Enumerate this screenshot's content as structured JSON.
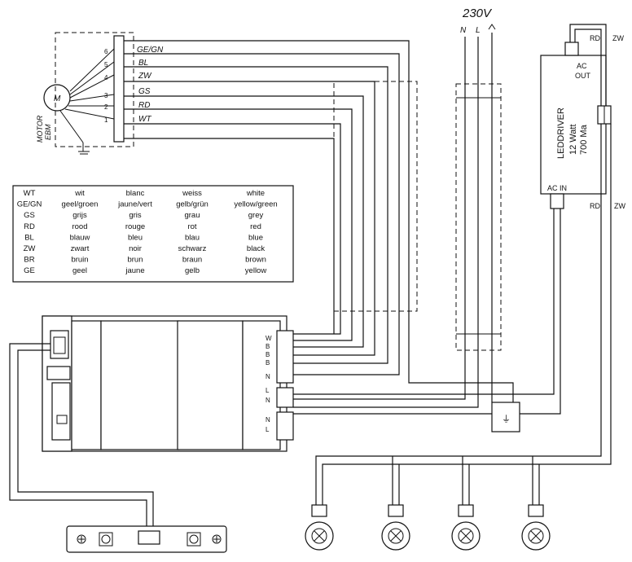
{
  "supply": {
    "voltage": "230V",
    "n": "N",
    "l": "L"
  },
  "motor": {
    "m": "M",
    "label1": "MOTOR",
    "label2": "EBM"
  },
  "motor_pins": [
    {
      "num": "6",
      "code": "GE/GN"
    },
    {
      "num": "5",
      "code": "BL"
    },
    {
      "num": "4",
      "code": "ZW"
    },
    {
      "num": "3",
      "code": "GS"
    },
    {
      "num": "2",
      "code": "RD"
    },
    {
      "num": "1",
      "code": "WT"
    }
  ],
  "led_driver": {
    "name": "LEDDRIVER",
    "watt": "12 Watt",
    "ma": "700 Ma",
    "ac_out": "AC",
    "out": "OUT",
    "ac_in": "AC IN",
    "rd_top": "RD",
    "zw_top": "ZW",
    "rd_bottom": "RD",
    "zw_bottom": "ZW"
  },
  "controller_terminals": [
    "W",
    "B",
    "B",
    "B",
    "N",
    "L",
    "N",
    "N",
    "L"
  ],
  "color_table": [
    [
      "WT",
      "wit",
      "blanc",
      "weiss",
      "white"
    ],
    [
      "GE/GN",
      "geel/groen",
      "jaune/vert",
      "gelb/grün",
      "yellow/green"
    ],
    [
      "GS",
      "grijs",
      "gris",
      "grau",
      "grey"
    ],
    [
      "RD",
      "rood",
      "rouge",
      "rot",
      "red"
    ],
    [
      "BL",
      "blauw",
      "bleu",
      "blau",
      "blue"
    ],
    [
      "ZW",
      "zwart",
      "noir",
      "schwarz",
      "black"
    ],
    [
      "BR",
      "bruin",
      "brun",
      "braun",
      "brown"
    ],
    [
      "GE",
      "geel",
      "jaune",
      "gelb",
      "yellow"
    ]
  ],
  "lamp_count": 4,
  "earth_symbol": "⏚"
}
